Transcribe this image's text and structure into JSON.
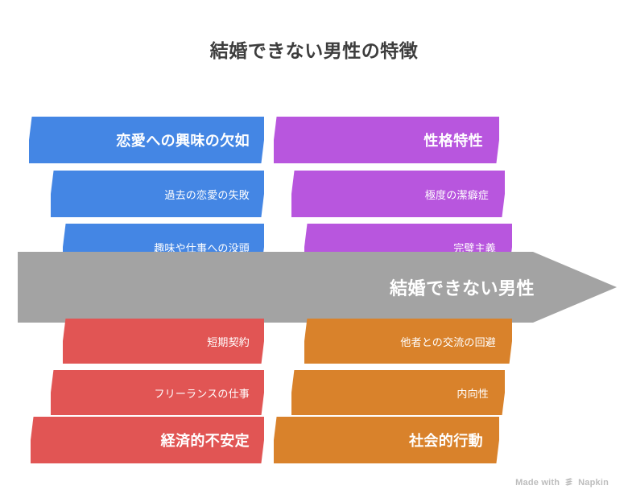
{
  "title": "結婚できない男性の特徴",
  "center": {
    "label": "結婚できない男性",
    "color": "#a3a3a3"
  },
  "groups": [
    {
      "id": "lack-of-romantic-interest",
      "position": "top-left",
      "color": "#4486e4",
      "header": "恋愛への興味の欠如",
      "items": [
        "過去の恋愛の失敗",
        "趣味や仕事への没頭"
      ]
    },
    {
      "id": "personality-traits",
      "position": "top-right",
      "color": "#b856de",
      "header": "性格特性",
      "items": [
        "極度の潔癖症",
        "完璧主義"
      ]
    },
    {
      "id": "financial-instability",
      "position": "bottom-left",
      "color": "#e15554",
      "header": "経済的不安定",
      "items": [
        "短期契約",
        "フリーランスの仕事"
      ]
    },
    {
      "id": "social-behavior",
      "position": "bottom-right",
      "color": "#d9822b",
      "header": "社会的行動",
      "items": [
        "他者との交流の回避",
        "内向性"
      ]
    }
  ],
  "watermark": {
    "text_before": "Made with",
    "brand": "Napkin",
    "logo_icon": "napkin-chevron-logo"
  }
}
